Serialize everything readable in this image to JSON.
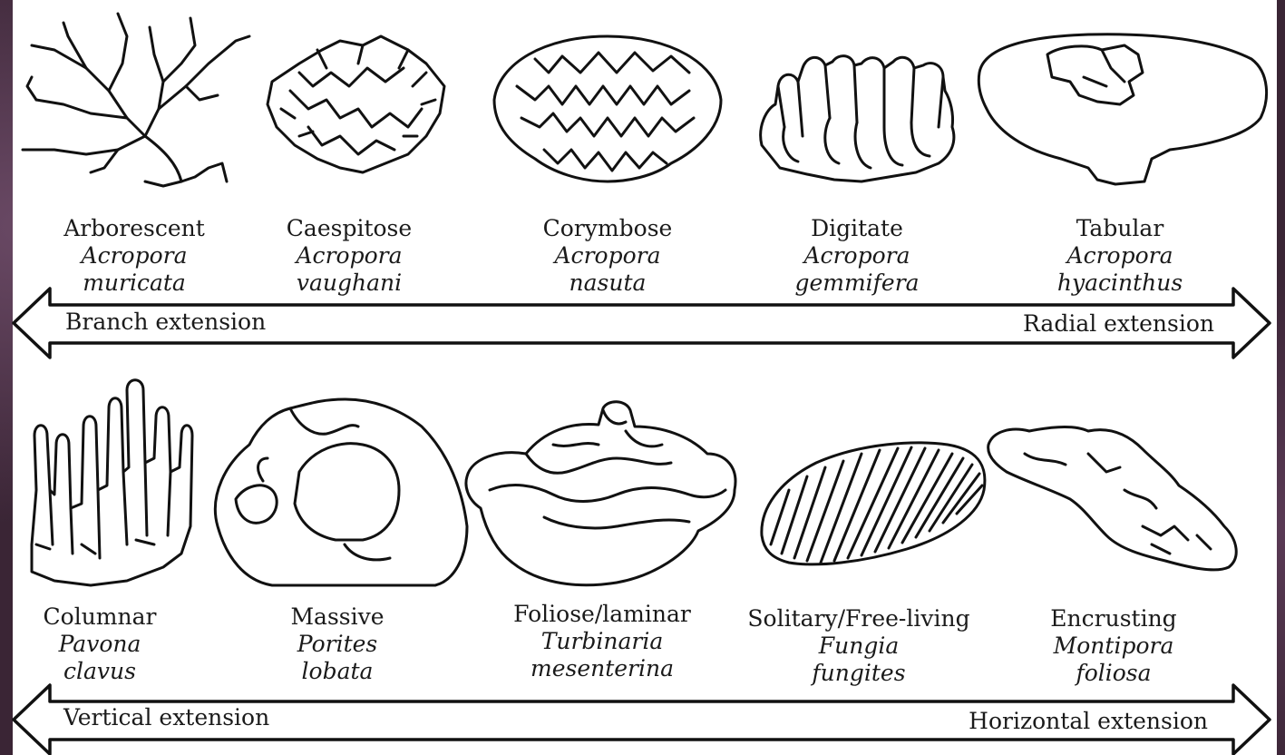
{
  "row1": {
    "forms": [
      {
        "name": "Arborescent",
        "genus": "Acropora",
        "species": "muricata"
      },
      {
        "name": "Caespitose",
        "genus": "Acropora",
        "species": "vaughani"
      },
      {
        "name": "Corymbose",
        "genus": "Acropora",
        "species": "nasuta"
      },
      {
        "name": "Digitate",
        "genus": "Acropora",
        "species": "gemmifera"
      },
      {
        "name": "Tabular",
        "genus": "Acropora",
        "species": "hyacinthus"
      }
    ],
    "arrow": {
      "left_label": "Branch extension",
      "right_label": "Radial extension"
    }
  },
  "row2": {
    "forms": [
      {
        "name": "Columnar",
        "genus": "Pavona",
        "species": "clavus"
      },
      {
        "name": "Massive",
        "genus": "Porites",
        "species": "lobata"
      },
      {
        "name": "Foliose/laminar",
        "genus": "Turbinaria",
        "species": "mesenterina"
      },
      {
        "name": "Solitary/Free-living",
        "genus": "Fungia",
        "species": "fungites"
      },
      {
        "name": "Encrusting",
        "genus": "Montipora",
        "species": "foliosa"
      }
    ],
    "arrow": {
      "left_label": "Vertical extension",
      "right_label": "Horizontal extension"
    }
  }
}
